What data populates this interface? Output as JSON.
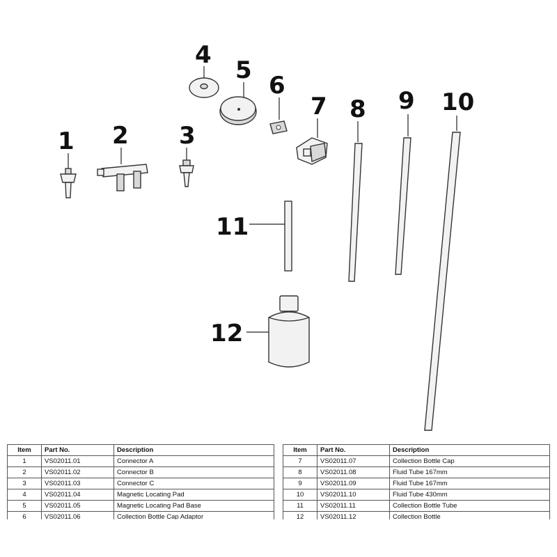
{
  "callouts": [
    "4",
    "5",
    "6",
    "7",
    "8",
    "9",
    "10",
    "1",
    "2",
    "3",
    "11",
    "12"
  ],
  "table": {
    "headers": {
      "item": "Item",
      "part_no": "Part No.",
      "description": "Description"
    },
    "left_rows": [
      {
        "item": "1",
        "part_no": "VS02011.01",
        "description": "Connector A"
      },
      {
        "item": "2",
        "part_no": "VS02011.02",
        "description": "Connector B"
      },
      {
        "item": "3",
        "part_no": "VS02011.03",
        "description": "Connector C"
      },
      {
        "item": "4",
        "part_no": "VS02011.04",
        "description": "Magnetic Locating Pad"
      },
      {
        "item": "5",
        "part_no": "VS02011.05",
        "description": "Magnetic Locating Pad Base"
      },
      {
        "item": "6",
        "part_no": "VS02011.06",
        "description": "Collection Bottle Cap Adaptor"
      }
    ],
    "right_rows": [
      {
        "item": "7",
        "part_no": "VS02011.07",
        "description": "Collection Bottle Cap"
      },
      {
        "item": "8",
        "part_no": "VS02011.08",
        "description": "Fluid Tube 167mm"
      },
      {
        "item": "9",
        "part_no": "VS02011.09",
        "description": "Fluid Tube 167mm"
      },
      {
        "item": "10",
        "part_no": "VS02011.10",
        "description": "Fluid Tube 430mm"
      },
      {
        "item": "11",
        "part_no": "VS02011.11",
        "description": "Collection Bottle Tube"
      },
      {
        "item": "12",
        "part_no": "VS02011.12",
        "description": "Collection Bottle"
      }
    ]
  }
}
